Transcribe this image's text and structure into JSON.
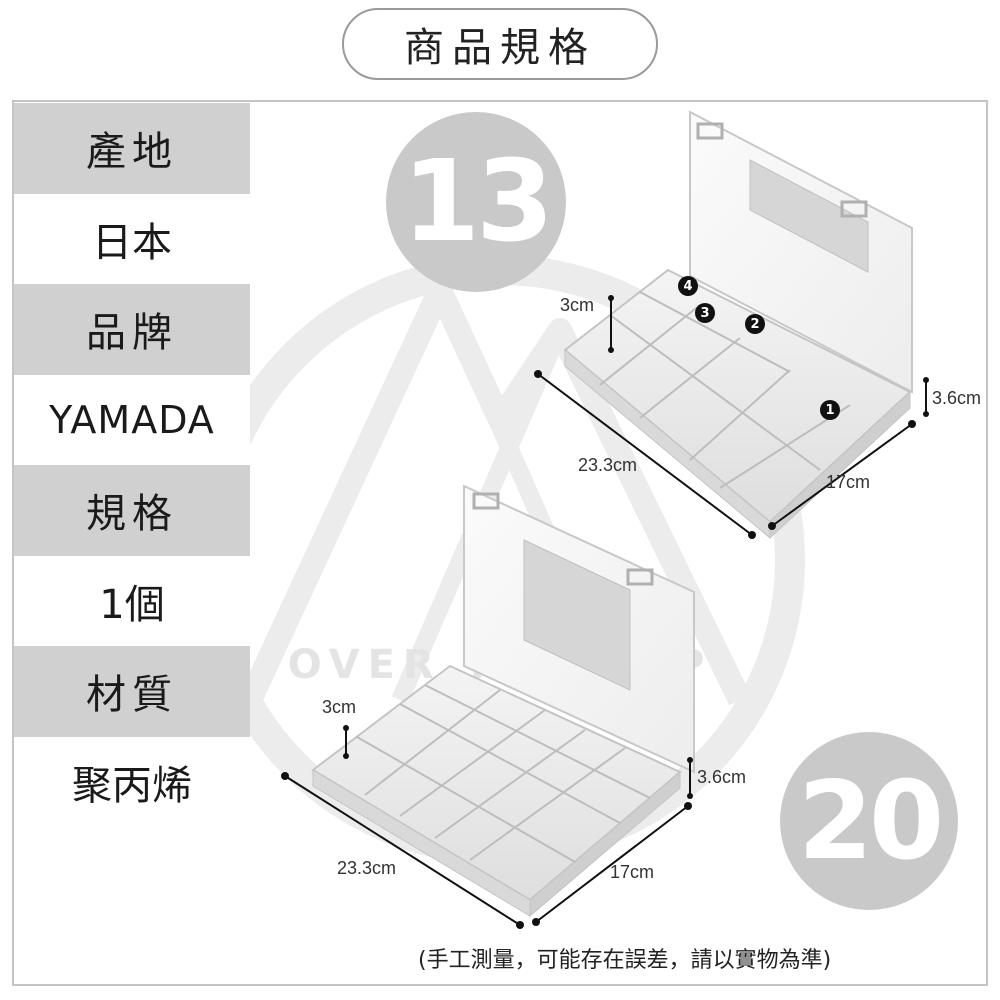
{
  "title": "商品規格",
  "specs": [
    {
      "label": "產地",
      "value": "日本"
    },
    {
      "label": "品牌",
      "value": "YAMADA"
    },
    {
      "label": "規格",
      "value": "1個"
    },
    {
      "label": "材質",
      "value": "聚丙烯"
    }
  ],
  "watermark_text": "OVER THE TOP",
  "product_13": {
    "number": "13",
    "depth_label": "3cm",
    "height_label": "3.6cm",
    "length_label": "23.3cm",
    "width_label": "17cm",
    "compartment_badges": [
      "1",
      "2",
      "3",
      "4"
    ]
  },
  "product_20": {
    "number": "20",
    "depth_label": "3cm",
    "height_label": "3.6cm",
    "length_label": "23.3cm",
    "width_label": "17cm"
  },
  "footnote": "(手工測量，可能存在誤差，請以實物為準)",
  "colors": {
    "label_bg": "#d0d0d0",
    "circle_bg": "#c9c9c9",
    "frame": "#c4c4c4"
  }
}
